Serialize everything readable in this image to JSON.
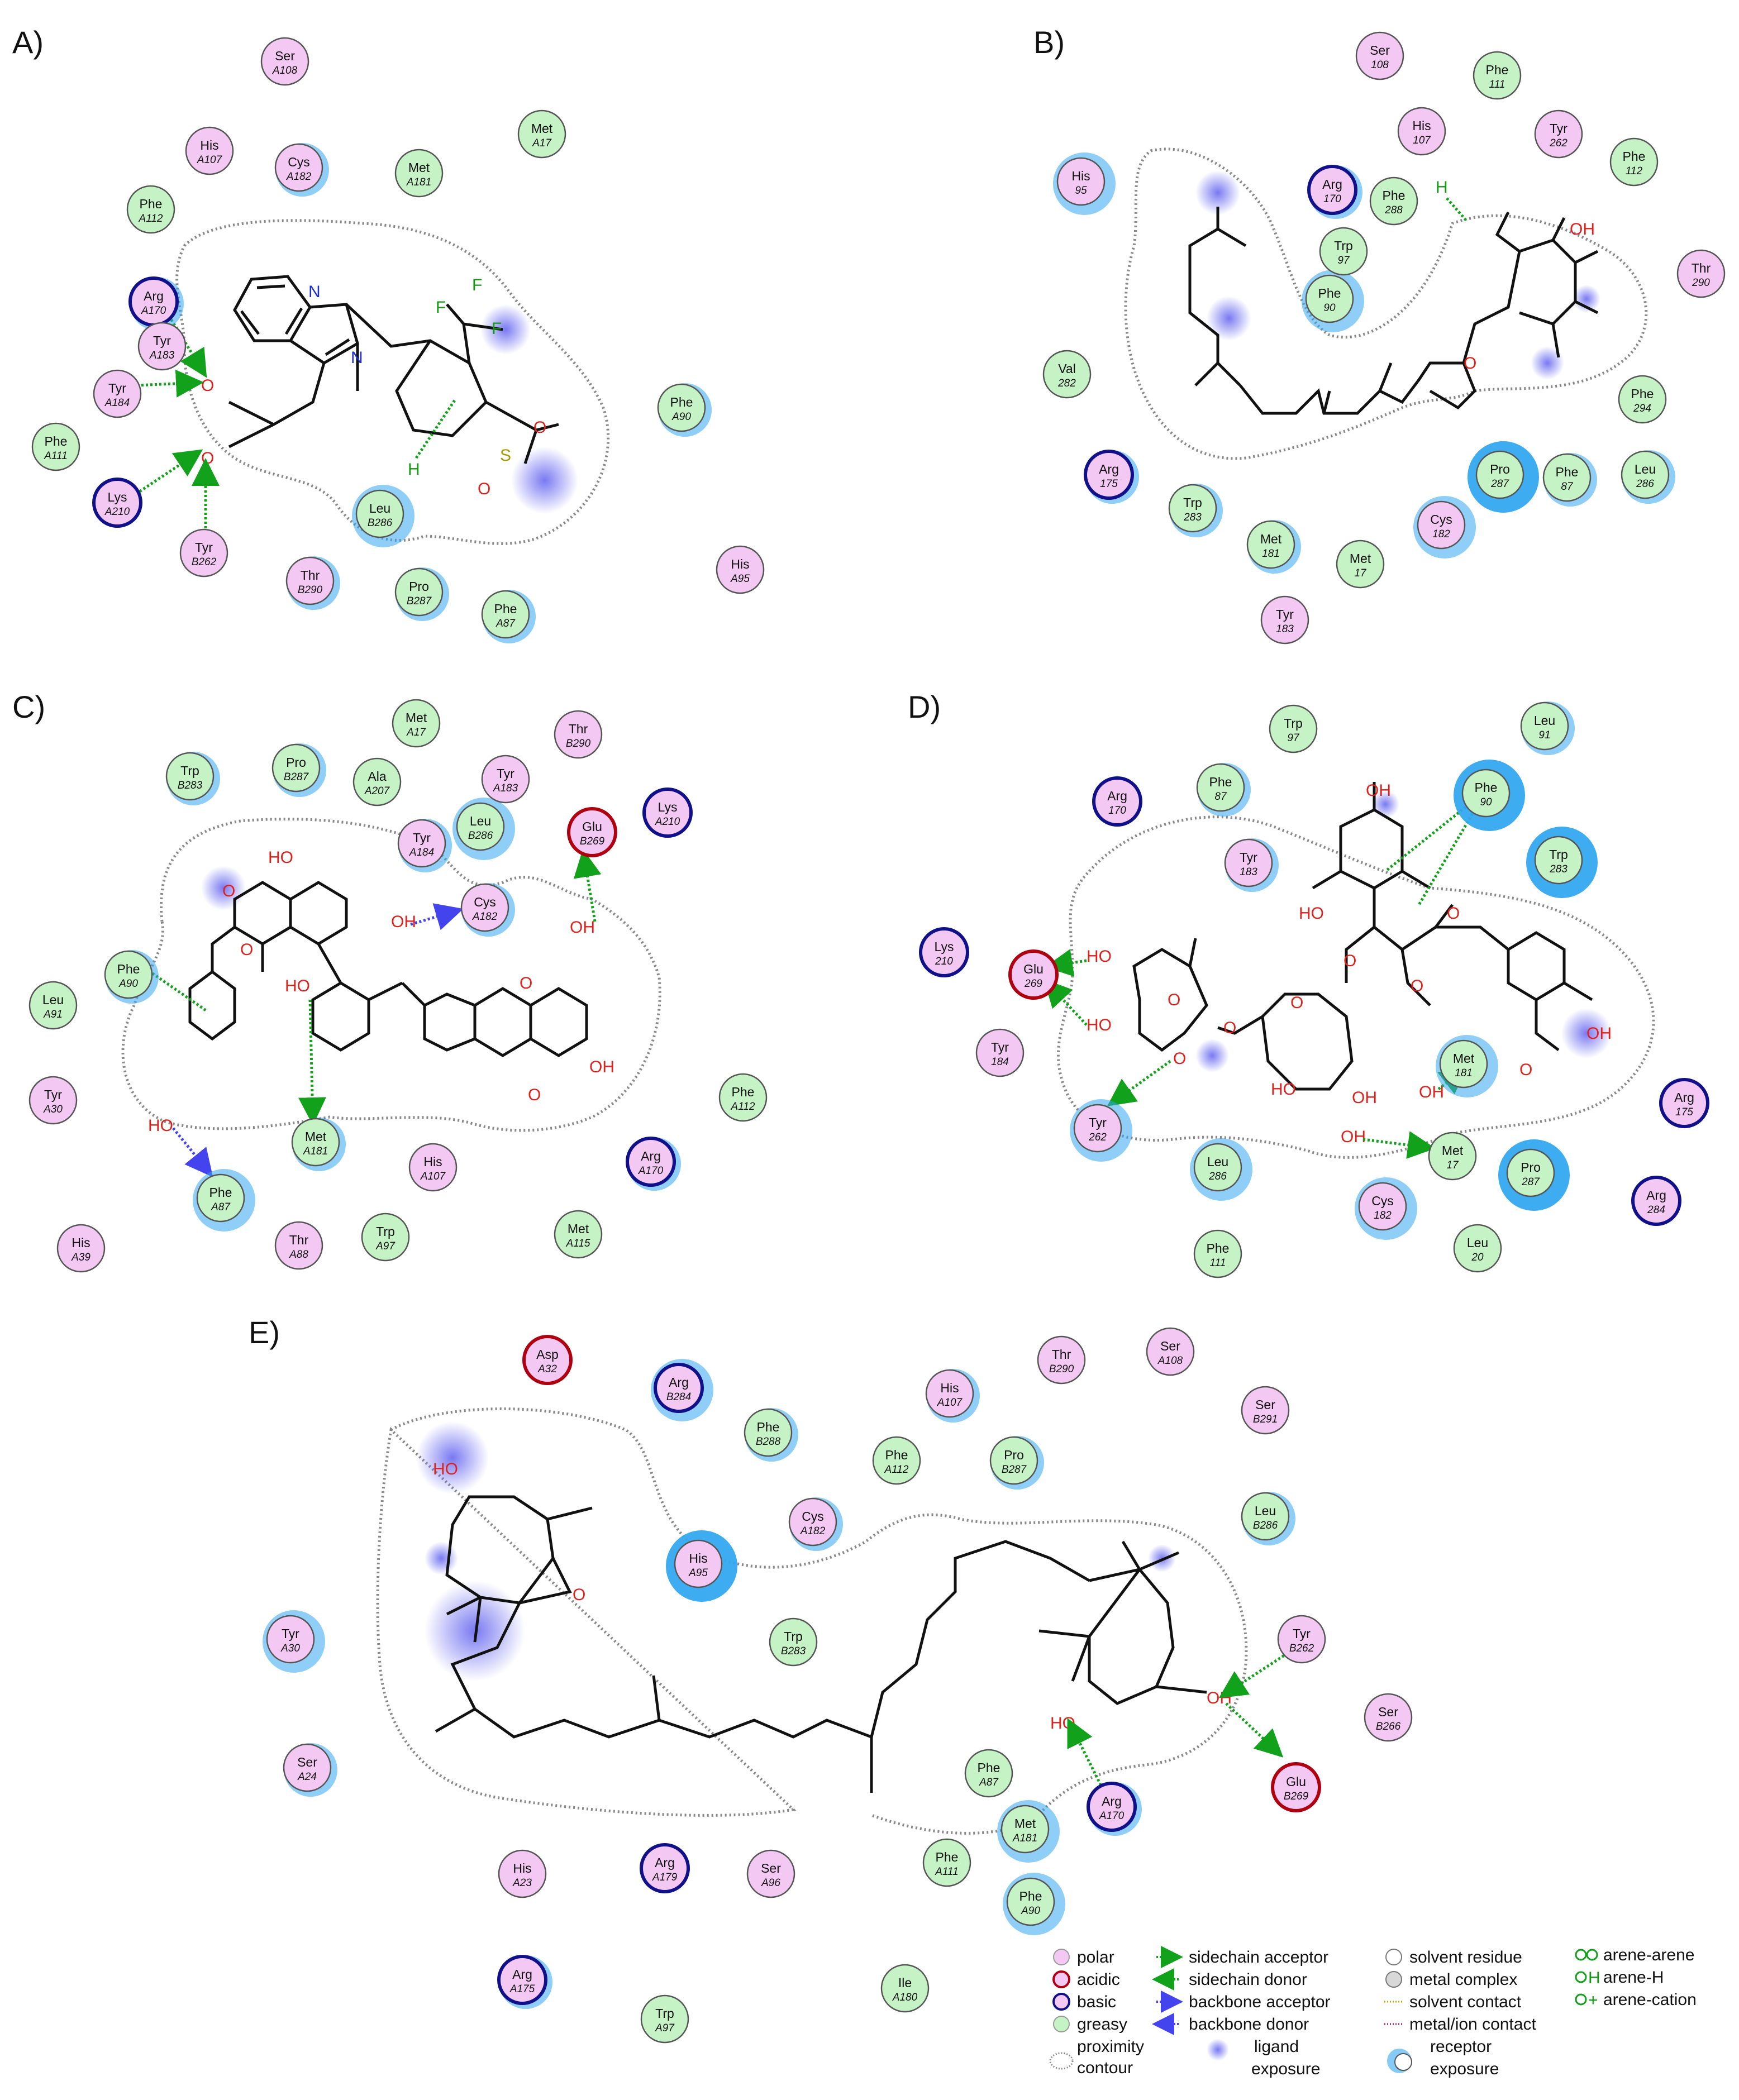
{
  "panels": [
    {
      "label": "A)",
      "residues": [
        {
          "name": "Ser",
          "num": "A108",
          "type": "polar",
          "exp": 0
        },
        {
          "name": "His",
          "num": "A107",
          "type": "polar",
          "exp": 0
        },
        {
          "name": "Cys",
          "num": "A182",
          "type": "polar",
          "exp": 1
        },
        {
          "name": "Met",
          "num": "A181",
          "type": "greasy",
          "exp": 0
        },
        {
          "name": "Met",
          "num": "A17",
          "type": "greasy",
          "exp": 0
        },
        {
          "name": "Phe",
          "num": "A112",
          "type": "greasy",
          "exp": 0
        },
        {
          "name": "Arg",
          "num": "A170",
          "type": "basic",
          "exp": 1
        },
        {
          "name": "Tyr",
          "num": "A183",
          "type": "polar",
          "exp": 0
        },
        {
          "name": "Tyr",
          "num": "A184",
          "type": "polar",
          "exp": 0
        },
        {
          "name": "Phe",
          "num": "A111",
          "type": "greasy",
          "exp": 0
        },
        {
          "name": "Lys",
          "num": "A210",
          "type": "basic",
          "exp": 0
        },
        {
          "name": "Tyr",
          "num": "B262",
          "type": "polar",
          "exp": 0
        },
        {
          "name": "Leu",
          "num": "B286",
          "type": "greasy",
          "exp": 2
        },
        {
          "name": "Thr",
          "num": "B290",
          "type": "polar",
          "exp": 1
        },
        {
          "name": "Pro",
          "num": "B287",
          "type": "greasy",
          "exp": 1
        },
        {
          "name": "Phe",
          "num": "A87",
          "type": "greasy",
          "exp": 1
        },
        {
          "name": "Phe",
          "num": "A90",
          "type": "greasy",
          "exp": 1
        },
        {
          "name": "His",
          "num": "A95",
          "type": "polar",
          "exp": 0
        }
      ]
    },
    {
      "label": "B)",
      "residues": [
        {
          "name": "Ser",
          "num": "108",
          "type": "polar",
          "exp": 0
        },
        {
          "name": "Phe",
          "num": "111",
          "type": "greasy",
          "exp": 0
        },
        {
          "name": "His",
          "num": "107",
          "type": "polar",
          "exp": 0
        },
        {
          "name": "Tyr",
          "num": "262",
          "type": "polar",
          "exp": 0
        },
        {
          "name": "Phe",
          "num": "112",
          "type": "greasy",
          "exp": 0
        },
        {
          "name": "His",
          "num": "95",
          "type": "polar",
          "exp": 2
        },
        {
          "name": "Arg",
          "num": "170",
          "type": "basic",
          "exp": 1
        },
        {
          "name": "Phe",
          "num": "288",
          "type": "greasy",
          "exp": 0
        },
        {
          "name": "Trp",
          "num": "97",
          "type": "greasy",
          "exp": 0
        },
        {
          "name": "Phe",
          "num": "90",
          "type": "greasy",
          "exp": 2
        },
        {
          "name": "Thr",
          "num": "290",
          "type": "polar",
          "exp": 0
        },
        {
          "name": "Val",
          "num": "282",
          "type": "greasy",
          "exp": 0
        },
        {
          "name": "Phe",
          "num": "294",
          "type": "greasy",
          "exp": 0
        },
        {
          "name": "Arg",
          "num": "175",
          "type": "basic",
          "exp": 1
        },
        {
          "name": "Pro",
          "num": "287",
          "type": "greasy",
          "exp": 3
        },
        {
          "name": "Phe",
          "num": "87",
          "type": "greasy",
          "exp": 1
        },
        {
          "name": "Leu",
          "num": "286",
          "type": "greasy",
          "exp": 1
        },
        {
          "name": "Trp",
          "num": "283",
          "type": "greasy",
          "exp": 1
        },
        {
          "name": "Met",
          "num": "181",
          "type": "greasy",
          "exp": 1
        },
        {
          "name": "Met",
          "num": "17",
          "type": "greasy",
          "exp": 0
        },
        {
          "name": "Cys",
          "num": "182",
          "type": "polar",
          "exp": 2
        },
        {
          "name": "Tyr",
          "num": "183",
          "type": "polar",
          "exp": 0
        }
      ]
    },
    {
      "label": "C)",
      "residues": [
        {
          "name": "Met",
          "num": "A17",
          "type": "greasy",
          "exp": 0
        },
        {
          "name": "Thr",
          "num": "B290",
          "type": "polar",
          "exp": 0
        },
        {
          "name": "Trp",
          "num": "B283",
          "type": "greasy",
          "exp": 1
        },
        {
          "name": "Pro",
          "num": "B287",
          "type": "greasy",
          "exp": 1
        },
        {
          "name": "Ala",
          "num": "A207",
          "type": "greasy",
          "exp": 0
        },
        {
          "name": "Tyr",
          "num": "A183",
          "type": "polar",
          "exp": 0
        },
        {
          "name": "Lys",
          "num": "A210",
          "type": "basic",
          "exp": 0
        },
        {
          "name": "Leu",
          "num": "B286",
          "type": "greasy",
          "exp": 2
        },
        {
          "name": "Tyr",
          "num": "A184",
          "type": "polar",
          "exp": 1
        },
        {
          "name": "Glu",
          "num": "B269",
          "type": "acidic",
          "exp": 0
        },
        {
          "name": "Cys",
          "num": "A182",
          "type": "polar",
          "exp": 1
        },
        {
          "name": "Phe",
          "num": "A90",
          "type": "greasy",
          "exp": 1
        },
        {
          "name": "Leu",
          "num": "A91",
          "type": "greasy",
          "exp": 0
        },
        {
          "name": "Tyr",
          "num": "A30",
          "type": "polar",
          "exp": 0
        },
        {
          "name": "Phe",
          "num": "A112",
          "type": "greasy",
          "exp": 0
        },
        {
          "name": "Met",
          "num": "A181",
          "type": "greasy",
          "exp": 1
        },
        {
          "name": "His",
          "num": "A107",
          "type": "polar",
          "exp": 0
        },
        {
          "name": "Arg",
          "num": "A170",
          "type": "basic",
          "exp": 1
        },
        {
          "name": "Phe",
          "num": "A87",
          "type": "greasy",
          "exp": 2
        },
        {
          "name": "His",
          "num": "A39",
          "type": "polar",
          "exp": 0
        },
        {
          "name": "Thr",
          "num": "A88",
          "type": "polar",
          "exp": 0
        },
        {
          "name": "Trp",
          "num": "A97",
          "type": "greasy",
          "exp": 0
        },
        {
          "name": "Met",
          "num": "A115",
          "type": "greasy",
          "exp": 0
        }
      ]
    },
    {
      "label": "D)",
      "residues": [
        {
          "name": "Trp",
          "num": "97",
          "type": "greasy",
          "exp": 0
        },
        {
          "name": "Leu",
          "num": "91",
          "type": "greasy",
          "exp": 1
        },
        {
          "name": "Arg",
          "num": "170",
          "type": "basic",
          "exp": 0
        },
        {
          "name": "Phe",
          "num": "87",
          "type": "greasy",
          "exp": 1
        },
        {
          "name": "Phe",
          "num": "90",
          "type": "greasy",
          "exp": 3
        },
        {
          "name": "Tyr",
          "num": "183",
          "type": "polar",
          "exp": 1
        },
        {
          "name": "Trp",
          "num": "283",
          "type": "greasy",
          "exp": 3
        },
        {
          "name": "Lys",
          "num": "210",
          "type": "basic",
          "exp": 0
        },
        {
          "name": "Glu",
          "num": "269",
          "type": "acidic",
          "exp": 0
        },
        {
          "name": "Tyr",
          "num": "184",
          "type": "polar",
          "exp": 0
        },
        {
          "name": "Tyr",
          "num": "262",
          "type": "polar",
          "exp": 2
        },
        {
          "name": "Met",
          "num": "181",
          "type": "greasy",
          "exp": 2
        },
        {
          "name": "Arg",
          "num": "175",
          "type": "basic",
          "exp": 0
        },
        {
          "name": "Leu",
          "num": "286",
          "type": "greasy",
          "exp": 2
        },
        {
          "name": "Met",
          "num": "17",
          "type": "greasy",
          "exp": 0
        },
        {
          "name": "Pro",
          "num": "287",
          "type": "greasy",
          "exp": 3
        },
        {
          "name": "Arg",
          "num": "284",
          "type": "basic",
          "exp": 0
        },
        {
          "name": "Cys",
          "num": "182",
          "type": "polar",
          "exp": 2
        },
        {
          "name": "Phe",
          "num": "111",
          "type": "greasy",
          "exp": 0
        },
        {
          "name": "Leu",
          "num": "20",
          "type": "greasy",
          "exp": 0
        }
      ]
    },
    {
      "label": "E)",
      "residues": [
        {
          "name": "Asp",
          "num": "A32",
          "type": "acidic",
          "exp": 0
        },
        {
          "name": "Arg",
          "num": "B284",
          "type": "basic",
          "exp": 2
        },
        {
          "name": "His",
          "num": "A107",
          "type": "polar",
          "exp": 1
        },
        {
          "name": "Thr",
          "num": "B290",
          "type": "polar",
          "exp": 0
        },
        {
          "name": "Ser",
          "num": "A108",
          "type": "polar",
          "exp": 0
        },
        {
          "name": "Phe",
          "num": "B288",
          "type": "greasy",
          "exp": 1
        },
        {
          "name": "Ser",
          "num": "B291",
          "type": "polar",
          "exp": 0
        },
        {
          "name": "Phe",
          "num": "A112",
          "type": "greasy",
          "exp": 0
        },
        {
          "name": "Pro",
          "num": "B287",
          "type": "greasy",
          "exp": 1
        },
        {
          "name": "Cys",
          "num": "A182",
          "type": "polar",
          "exp": 1
        },
        {
          "name": "Leu",
          "num": "B286",
          "type": "greasy",
          "exp": 1
        },
        {
          "name": "His",
          "num": "A95",
          "type": "polar",
          "exp": 3
        },
        {
          "name": "Trp",
          "num": "B283",
          "type": "greasy",
          "exp": 0
        },
        {
          "name": "Tyr",
          "num": "A30",
          "type": "polar",
          "exp": 2
        },
        {
          "name": "Tyr",
          "num": "B262",
          "type": "polar",
          "exp": 0
        },
        {
          "name": "Ser",
          "num": "B266",
          "type": "polar",
          "exp": 0
        },
        {
          "name": "Ser",
          "num": "A24",
          "type": "polar",
          "exp": 1
        },
        {
          "name": "Phe",
          "num": "A87",
          "type": "greasy",
          "exp": 0
        },
        {
          "name": "Glu",
          "num": "B269",
          "type": "acidic",
          "exp": 0
        },
        {
          "name": "Met",
          "num": "A181",
          "type": "greasy",
          "exp": 2
        },
        {
          "name": "Arg",
          "num": "A170",
          "type": "basic",
          "exp": 1
        },
        {
          "name": "His",
          "num": "A23",
          "type": "polar",
          "exp": 0
        },
        {
          "name": "Arg",
          "num": "A179",
          "type": "basic",
          "exp": 0
        },
        {
          "name": "Ser",
          "num": "A96",
          "type": "polar",
          "exp": 0
        },
        {
          "name": "Phe",
          "num": "A111",
          "type": "greasy",
          "exp": 0
        },
        {
          "name": "Phe",
          "num": "A90",
          "type": "greasy",
          "exp": 2
        },
        {
          "name": "Arg",
          "num": "A175",
          "type": "basic",
          "exp": 1
        },
        {
          "name": "Ile",
          "num": "A180",
          "type": "greasy",
          "exp": 0
        },
        {
          "name": "Trp",
          "num": "A97",
          "type": "greasy",
          "exp": 0
        }
      ]
    }
  ],
  "legend": {
    "col1": [
      "polar",
      "acidic",
      "basic",
      "greasy",
      "proximity\ncontour"
    ],
    "col2": [
      "sidechain acceptor",
      "sidechain donor",
      "backbone acceptor",
      "backbone donor",
      "ligand\nexposure"
    ],
    "col3": [
      "solvent residue",
      "metal complex",
      "solvent contact",
      "metal/ion contact",
      "receptor\nexposure"
    ],
    "col4": [
      "arene-arene",
      "arene-H",
      "arene-cation"
    ]
  },
  "colors": {
    "polar": "#f3c8f3",
    "greasy": "#c6f3c6",
    "acidic_ring": "#b00010",
    "basic_ring": "#10108a",
    "exposure": "#33a8f0",
    "hbond_green": "#11a11a",
    "backbone_blue": "#4444ee",
    "contour": "#888888"
  }
}
